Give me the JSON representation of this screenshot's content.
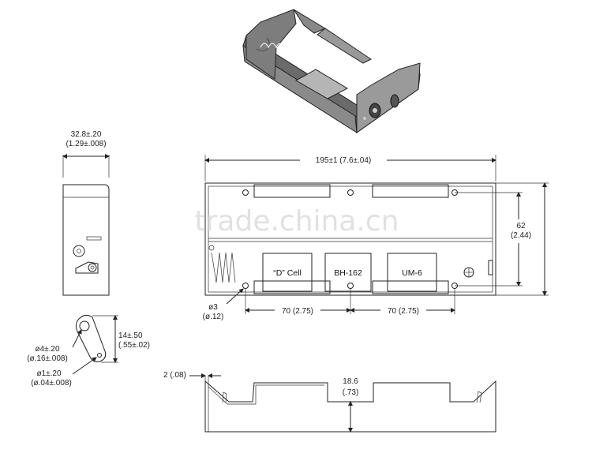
{
  "watermark": "trade.china.cn",
  "side_view": {
    "width_dim": "32.8±.20",
    "width_dim_in": "(1.29±.008)"
  },
  "top_view": {
    "length_dim": "195±1 (7.6±.04)",
    "height_dim": "62",
    "height_dim_in": "(2.44)",
    "spacing_left": "70 (2.75)",
    "spacing_right": "70 (2.75)",
    "hole_dim": "ø3",
    "hole_dim_in": "(ø.12)",
    "labels": [
      "“D” Cell",
      "BH-162",
      "UM-6"
    ]
  },
  "lug_detail": {
    "height_dim": "14±.50",
    "height_dim_in": "(.55±.02)",
    "big_hole": "ø4±.20",
    "big_hole_in": "(ø.16±.008)",
    "small_hole": "ø1±.20",
    "small_hole_in": "(ø.04±.008)"
  },
  "profile_view": {
    "thickness_dim": "2 (.08)",
    "depth_dim": "18.6",
    "depth_dim_in": "(.73)"
  },
  "colors": {
    "line": "#222222",
    "body_shade": "#6b6b6b",
    "watermark": "#d8d8d8"
  }
}
